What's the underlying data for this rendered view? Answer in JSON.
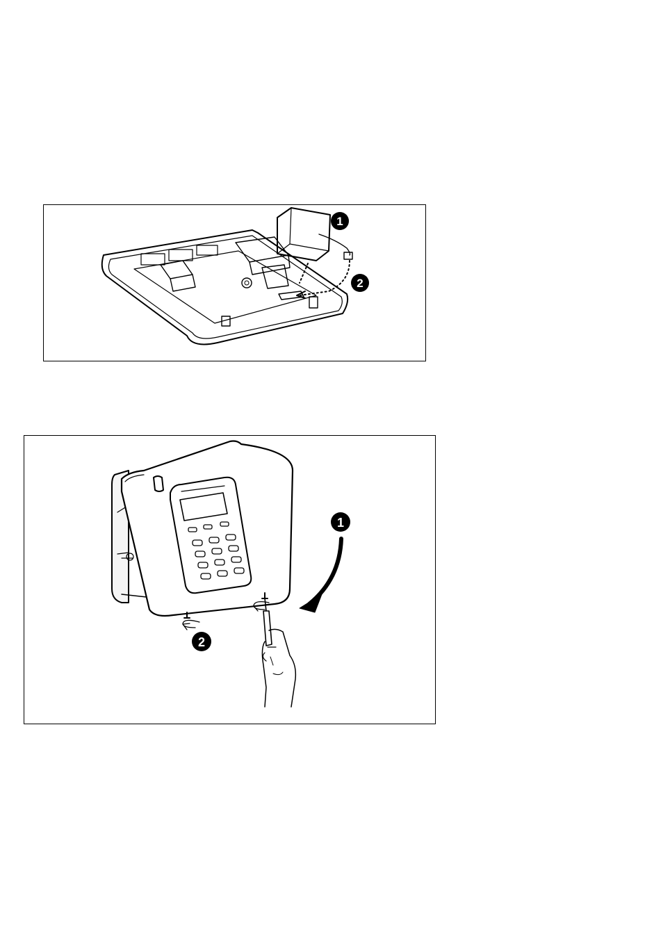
{
  "figures": [
    {
      "name": "battery-installation-figure",
      "callouts": [
        "1",
        "2"
      ]
    },
    {
      "name": "front-cover-closing-figure",
      "callouts": [
        "1",
        "2"
      ]
    }
  ],
  "colors": {
    "line": "#000000",
    "background": "#ffffff",
    "badge": "#000000",
    "badge_text": "#ffffff"
  }
}
